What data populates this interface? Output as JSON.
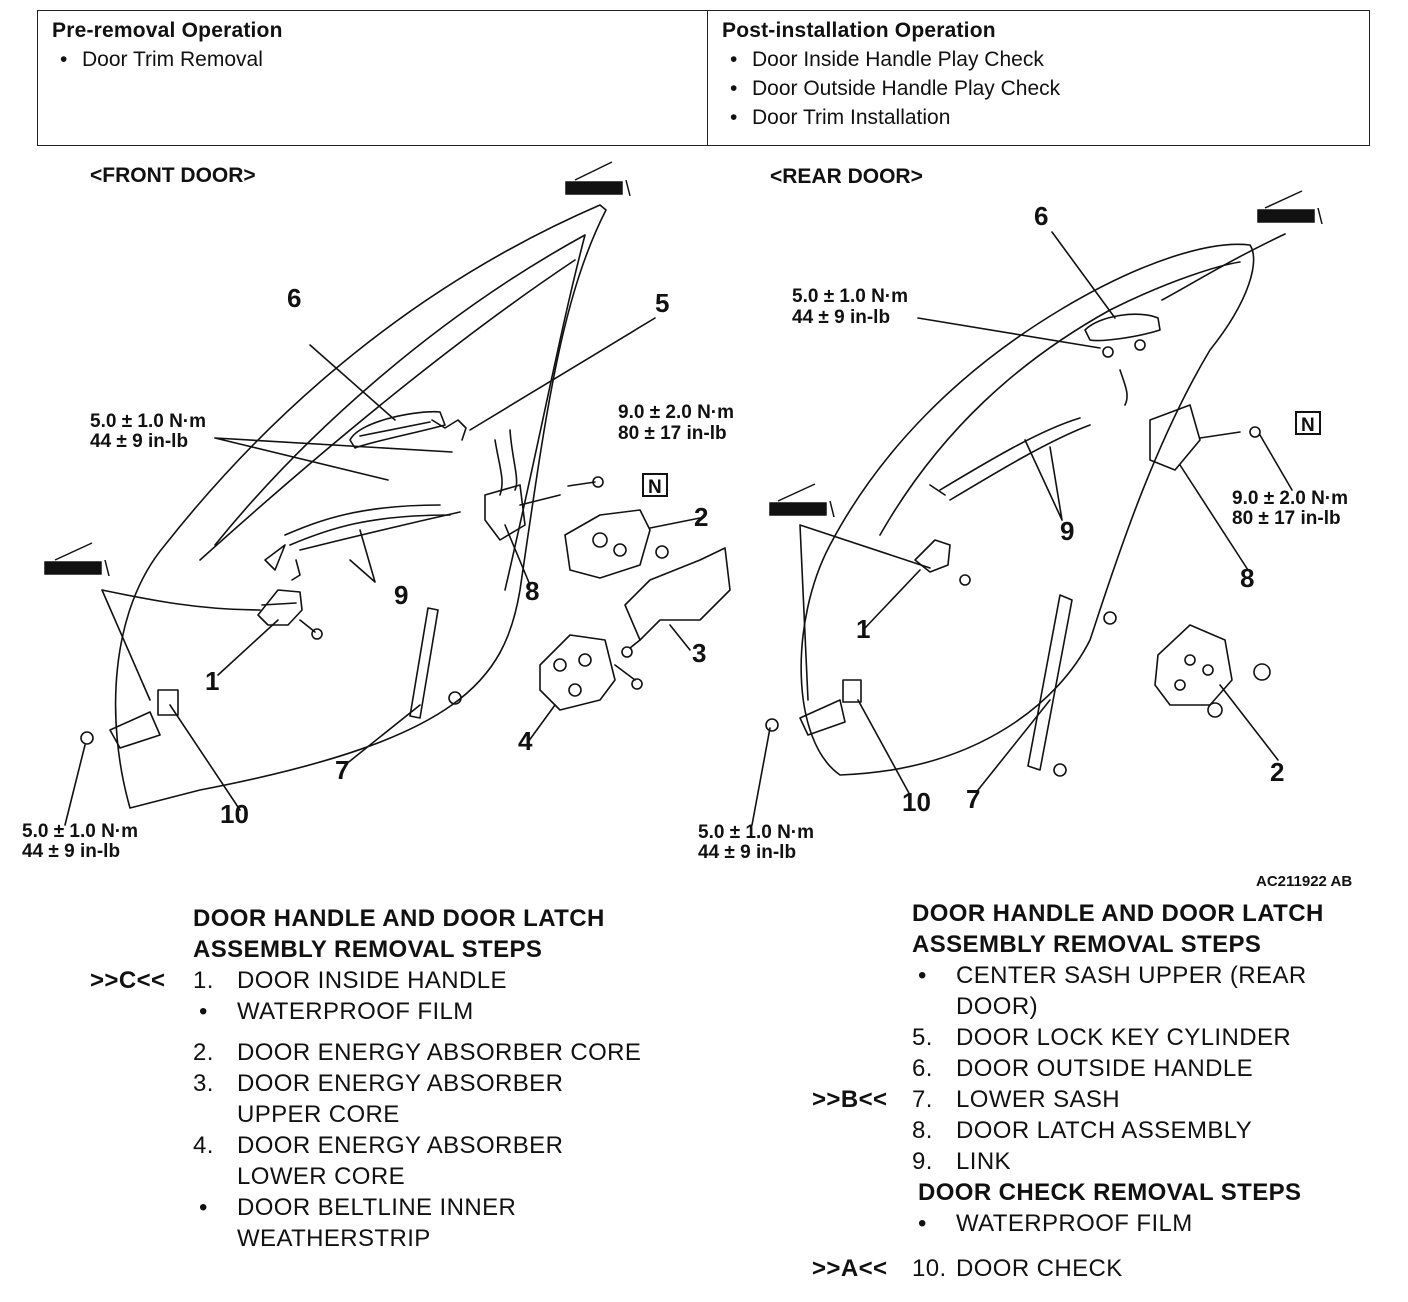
{
  "pre_removal": {
    "title": "Pre-removal Operation",
    "items": [
      "Door Trim Removal"
    ]
  },
  "post_installation": {
    "title": "Post-installation Operation",
    "items": [
      "Door Inside Handle Play Check",
      "Door Outside Handle Play Check",
      "Door Trim Installation"
    ]
  },
  "diagram": {
    "front_title": "<FRONT DOOR>",
    "rear_title": "<REAR DOOR>",
    "figure_code": "AC211922 AB",
    "torque_5_nm": "5.0 ± 1.0 N·m",
    "torque_5_inlb": "44 ± 9 in-lb",
    "torque_9_nm": "9.0 ± 2.0 N·m",
    "torque_9_inlb": "80 ± 17 in-lb",
    "n_mark": "N",
    "callouts": [
      "1",
      "2",
      "3",
      "4",
      "5",
      "6",
      "7",
      "8",
      "9",
      "10"
    ]
  },
  "left_steps": {
    "heading_1": "DOOR HANDLE AND DOOR LATCH",
    "heading_2": "ASSEMBLY REMOVAL STEPS",
    "marker_c": ">>C<<",
    "s1_num": "1.",
    "s1": "DOOR INSIDE HANDLE",
    "b1": "WATERPROOF FILM",
    "s2_num": "2.",
    "s2": "DOOR ENERGY ABSORBER CORE",
    "s3_num": "3.",
    "s3a": "DOOR ENERGY ABSORBER",
    "s3b": "UPPER CORE",
    "s4_num": "4.",
    "s4a": "DOOR ENERGY ABSORBER",
    "s4b": "LOWER CORE",
    "b2a": "DOOR BELTLINE INNER",
    "b2b": "WEATHERSTRIP"
  },
  "right_steps": {
    "heading_1": "DOOR HANDLE AND DOOR LATCH",
    "heading_2": "ASSEMBLY REMOVAL STEPS",
    "b1a": "CENTER SASH UPPER (REAR",
    "b1b": "DOOR)",
    "s5_num": "5.",
    "s5": "DOOR LOCK KEY CYLINDER",
    "s6_num": "6.",
    "s6": "DOOR OUTSIDE HANDLE",
    "marker_b": ">>B<<",
    "s7_num": "7.",
    "s7": "LOWER SASH",
    "s8_num": "8.",
    "s8": "DOOR LATCH ASSEMBLY",
    "s9_num": "9.",
    "s9": "LINK",
    "check_heading": "DOOR CHECK REMOVAL STEPS",
    "b2": "WATERPROOF FILM",
    "marker_a": ">>A<<",
    "s10_num": "10.",
    "s10": "DOOR CHECK"
  }
}
